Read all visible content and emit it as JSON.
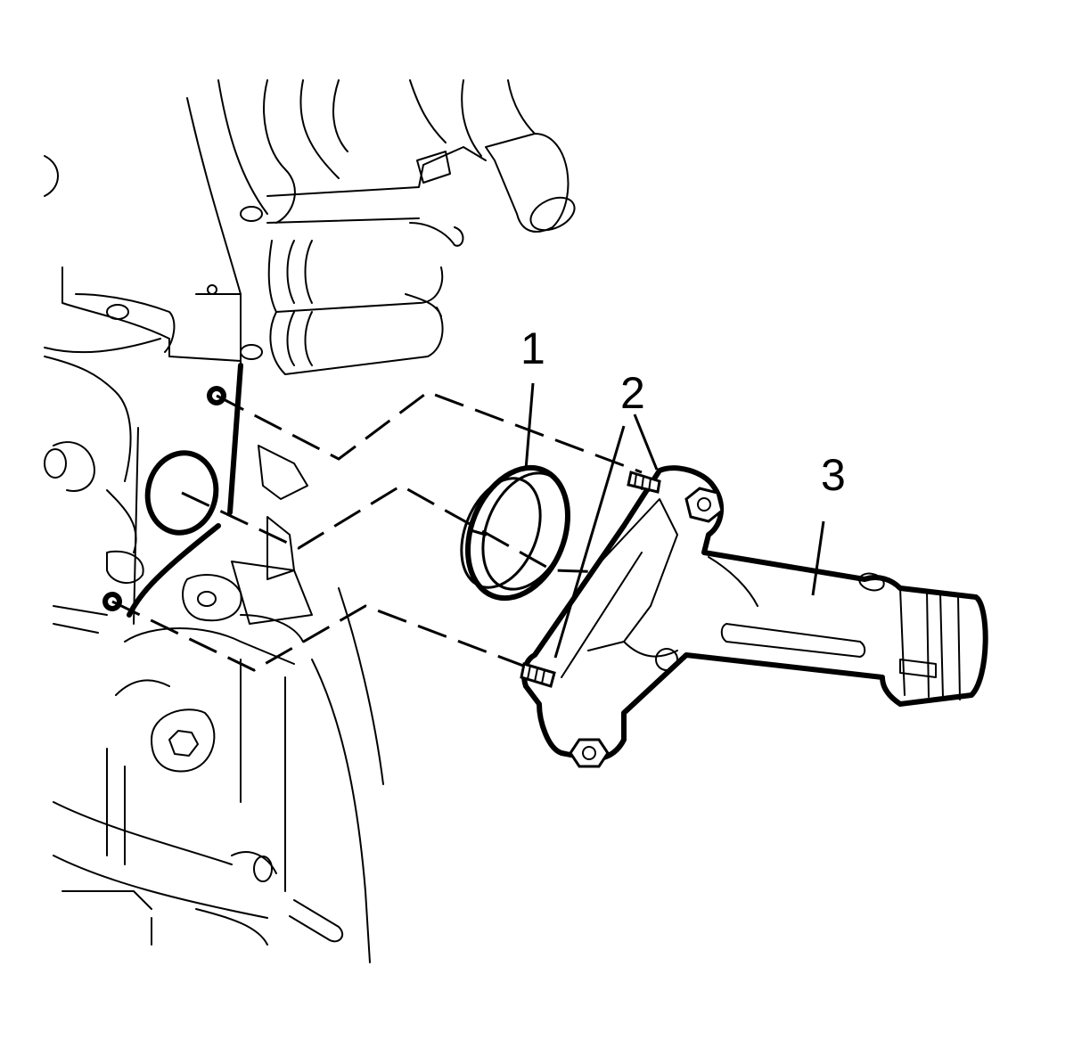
{
  "callouts": {
    "seal": "1",
    "studs": "2",
    "coolant_outlet": "3"
  }
}
